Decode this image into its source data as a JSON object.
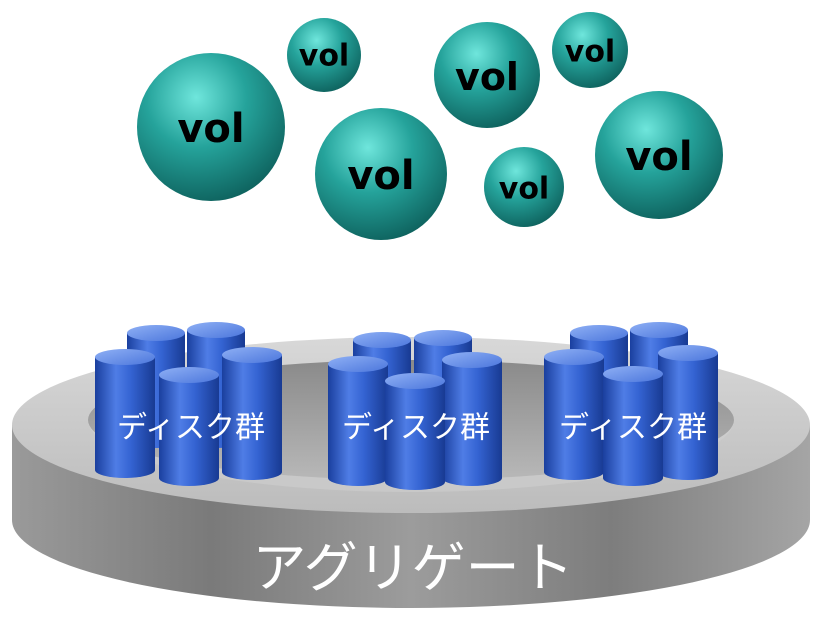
{
  "volumes": [
    {
      "label": "vol"
    },
    {
      "label": "vol"
    },
    {
      "label": "vol"
    },
    {
      "label": "vol"
    },
    {
      "label": "vol"
    },
    {
      "label": "vol"
    },
    {
      "label": "vol"
    }
  ],
  "disk_groups": [
    {
      "label": "ディスク群"
    },
    {
      "label": "ディスク群"
    },
    {
      "label": "ディスク群"
    }
  ],
  "aggregate": {
    "label": "アグリゲート"
  },
  "colors": {
    "volume": "#1f8f8a",
    "volume_highlight": "#5fe0d8",
    "disk": "#2a56c8",
    "disk_highlight": "#6f9cf0",
    "ring_top": "#bdbdbd",
    "ring_side": "#8f8f8f"
  }
}
